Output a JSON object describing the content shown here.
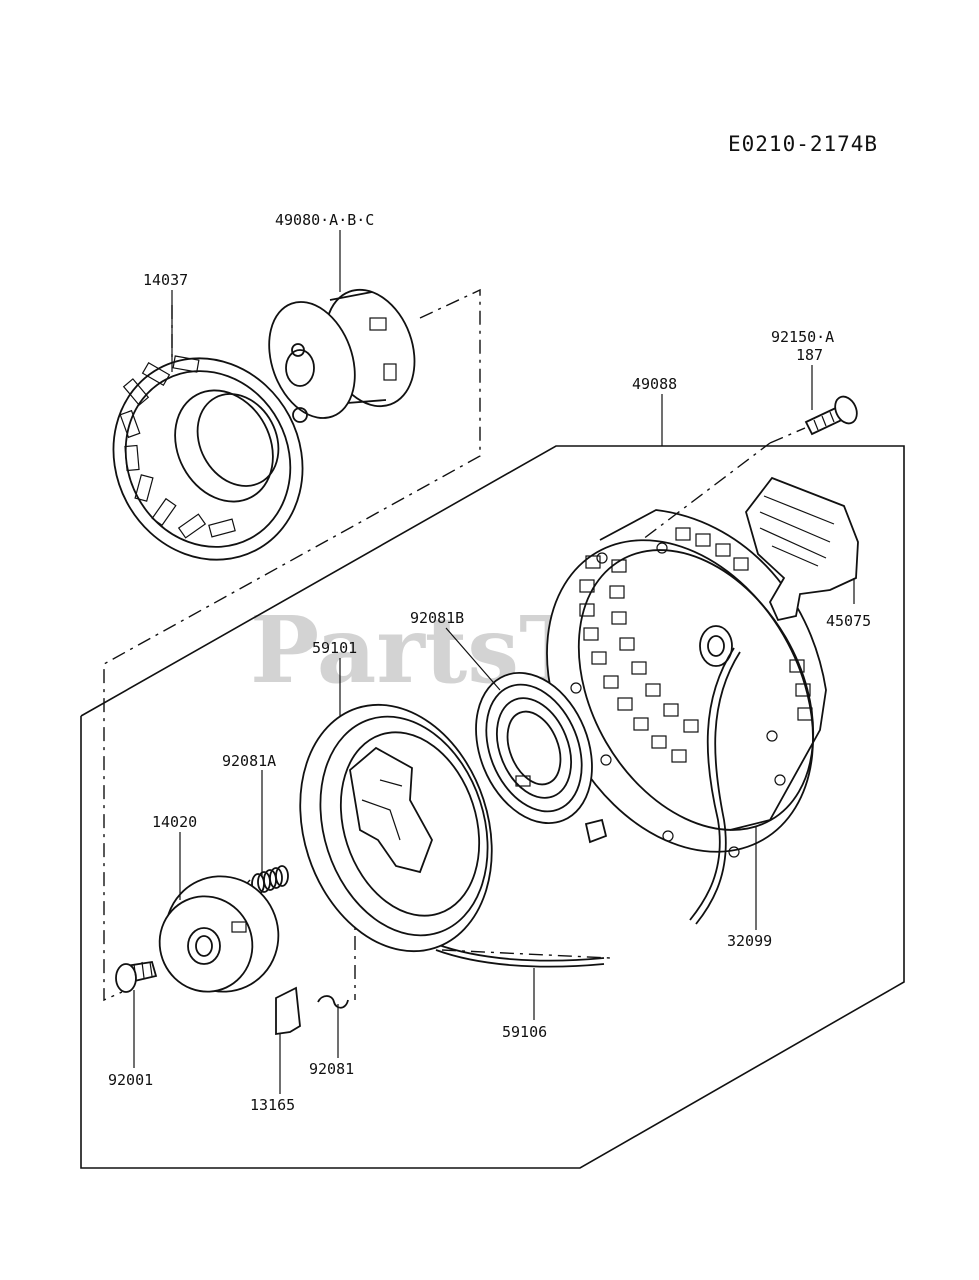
{
  "diagram": {
    "drawing_code": "E0210-2174B",
    "watermark": "PartsTree",
    "part_labels": {
      "p49080": "49080·A·B·C",
      "p14037": "14037",
      "p92150": "92150·A",
      "p187": "187",
      "p49088": "49088",
      "p45075": "45075",
      "p92081b": "92081B",
      "p59101": "59101",
      "p92081a": "92081A",
      "p14020": "14020",
      "p32099": "32099",
      "p59106": "59106",
      "p92001": "92001",
      "p92081": "92081",
      "p13165": "13165"
    }
  }
}
